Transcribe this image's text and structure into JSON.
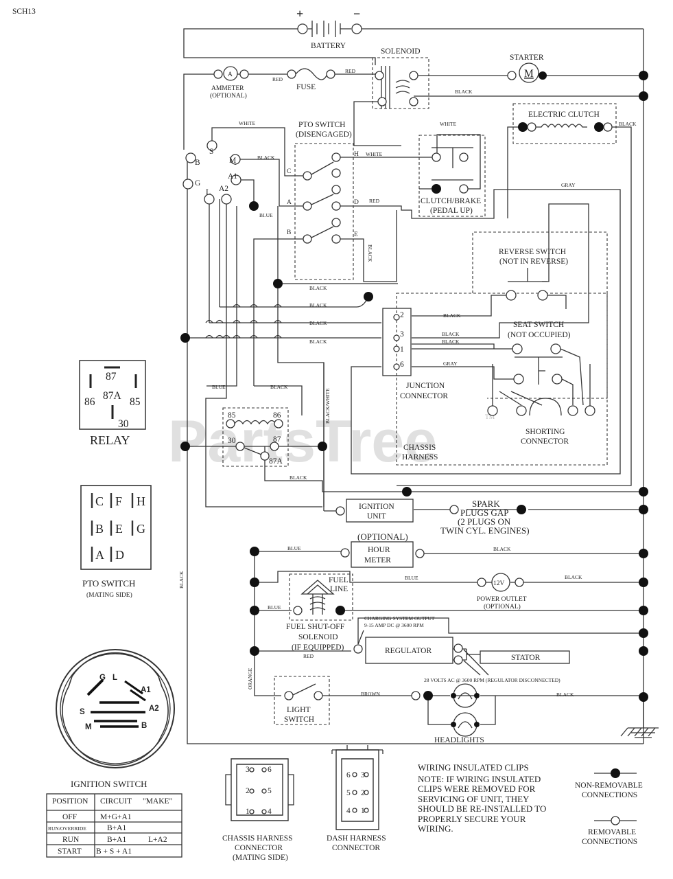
{
  "diagram_id": "SCH13",
  "watermark": "PartsTree",
  "watermark_tm": "TM",
  "components": {
    "battery": "BATTERY",
    "battery_pos": "+",
    "battery_neg": "−",
    "solenoid": "SOLENOID",
    "starter": "STARTER",
    "starter_symbol": "M",
    "ammeter": "AMMETER",
    "ammeter_optional": "(OPTIONAL)",
    "ammeter_symbol": "A",
    "fuse": "FUSE",
    "electric_clutch": "ELECTRIC CLUTCH",
    "pto_switch_1": "PTO SWITCH",
    "pto_switch_2": "(DISENGAGED)",
    "clutch_brake_1": "CLUTCH/BRAKE",
    "clutch_brake_2": "(PEDAL UP)",
    "reverse_switch_1": "REVERSE SWITCH",
    "reverse_switch_2": "(NOT IN REVERSE)",
    "seat_switch_1": "SEAT SWITCH",
    "seat_switch_2": "(NOT OCCUPIED)",
    "junction_connector_1": "JUNCTION",
    "junction_connector_2": "CONNECTOR",
    "shorting_connector_1": "SHORTING",
    "shorting_connector_2": "CONNECTOR",
    "chassis_harness_1": "CHASSIS",
    "chassis_harness_2": "HARNESS",
    "ignition_unit_1": "IGNITION",
    "ignition_unit_2": "UNIT",
    "spark_plugs_1": "SPARK",
    "spark_plugs_2": "PLUGS GAP",
    "spark_plugs_3": "(2 PLUGS ON",
    "spark_plugs_4": "TWIN CYL. ENGINES)",
    "hour_meter_optional": "(OPTIONAL)",
    "hour_meter_1": "HOUR",
    "hour_meter_2": "METER",
    "fuel_line_1": "FUEL",
    "fuel_line_2": "LINE",
    "power_outlet_symbol": "12V",
    "power_outlet_1": "POWER OUTLET",
    "power_outlet_2": "(OPTIONAL)",
    "fuel_solenoid_1": "FUEL SHUT-OFF",
    "fuel_solenoid_2": "SOLENOID",
    "fuel_solenoid_3": "(IF EQUIPPED)",
    "charging_output_1": "CHARGING SYSTEM OUTPUT",
    "charging_output_2": "9-15 AMP DC @ 3600 RPM",
    "regulator": "REGULATOR",
    "stator": "STATOR",
    "stator_note": "28 VOLTS AC @ 3600 RPM (REGULATOR DISCONNECTED)",
    "light_switch_1": "LIGHT",
    "light_switch_2": "SWITCH",
    "headlights": "HEADLIGHTS",
    "relay": "RELAY"
  },
  "wire_colors": {
    "red": "RED",
    "black": "BLACK",
    "white": "WHITE",
    "blue": "BLUE",
    "gray": "GRAY",
    "black_white": "BLACK/WHITE",
    "orange": "ORANGE",
    "brown": "BROWN"
  },
  "terminals": {
    "ign_s": "S",
    "ign_b": "B",
    "ign_m": "M",
    "ign_g": "G",
    "ign_a1": "A1",
    "ign_l": "L",
    "ign_a2": "A2",
    "pto_c": "C",
    "pto_a": "A",
    "pto_b": "B",
    "pto_h": "H",
    "pto_d": "D",
    "pto_e": "E",
    "jc_2": "2",
    "jc_3": "3",
    "jc_1": "1",
    "jc_6": "6",
    "relay_85": "85",
    "relay_86": "86",
    "relay_30": "30",
    "relay_87": "87",
    "relay_87a": "87A"
  },
  "relay_diagram": {
    "p87": "87",
    "p87a": "87A",
    "p86": "86",
    "p85": "85",
    "p30": "30"
  },
  "pto_mating": {
    "title_1": "PTO SWITCH",
    "title_2": "(MATING SIDE)",
    "pins": [
      "C",
      "F",
      "H",
      "B",
      "E",
      "G",
      "A",
      "D"
    ]
  },
  "ignition_switch": {
    "title": "IGNITION SWITCH",
    "face_labels": {
      "g": "G",
      "l": "L",
      "a1": "A1",
      "s": "S",
      "a2": "A2",
      "m": "M",
      "b": "B"
    },
    "table_headers": [
      "POSITION",
      "CIRCUIT",
      "\"MAKE\""
    ],
    "rows": [
      {
        "position": "OFF",
        "circuit": "M+G+A1",
        "make": ""
      },
      {
        "position": "RUN/OVERRIDE",
        "circuit": "B+A1",
        "make": ""
      },
      {
        "position": "RUN",
        "circuit": "B+A1",
        "make": "L+A2"
      },
      {
        "position": "START",
        "circuit": "B + S + A1",
        "make": ""
      }
    ]
  },
  "chassis_connector": {
    "title_1": "CHASSIS HARNESS",
    "title_2": "CONNECTOR",
    "title_3": "(MATING SIDE)",
    "pins": [
      "3",
      "6",
      "2",
      "5",
      "1",
      "4"
    ]
  },
  "dash_connector": {
    "title_1": "DASH HARNESS",
    "title_2": "CONNECTOR",
    "pins": [
      "6",
      "3",
      "5",
      "2",
      "4",
      "1"
    ]
  },
  "notes": {
    "clips_title": "WIRING INSULATED CLIPS",
    "clips_lines": [
      "NOTE:  IF WIRING INSULATED",
      "CLIPS WERE REMOVED FOR",
      "SERVICING OF UNIT, THEY",
      "SHOULD BE RE-INSTALLED TO",
      "PROPERLY SECURE YOUR",
      "WIRING."
    ]
  },
  "legend": {
    "non_removable_1": "NON-REMOVABLE",
    "non_removable_2": "CONNECTIONS",
    "removable_1": "REMOVABLE",
    "removable_2": "CONNECTIONS"
  }
}
